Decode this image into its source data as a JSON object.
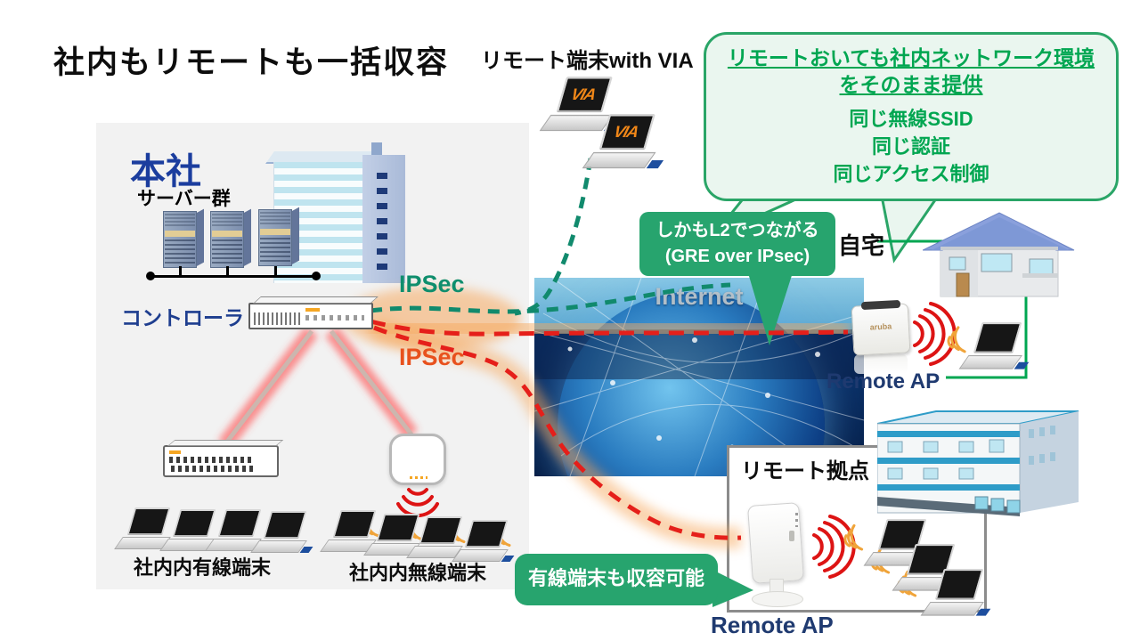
{
  "title": "社内もリモートも一括収容",
  "via": {
    "label": "リモート端末with VIA",
    "logo": "VIA"
  },
  "hq": {
    "label": "本社",
    "servers_label": "サーバー群",
    "controller_label": "コントローラ",
    "wired_label": "社内内有線端末",
    "wireless_label": "社内内無線端末"
  },
  "tunnels": {
    "ipsec_green_label": "IPSec",
    "ipsec_red_label": "IPSec"
  },
  "internet": {
    "label": "Internet"
  },
  "benefits_bubble": {
    "heading_line1": "リモートおいても社内ネットワーク環境",
    "heading_line2": "をそのまま提供",
    "items": [
      "同じ無線SSID",
      "同じ認証",
      "同じアクセス制御"
    ]
  },
  "l2_bubble": {
    "line1": "しかもL2でつながる",
    "line2": "(GRE over IPsec)"
  },
  "home": {
    "label": "自宅",
    "remote_ap_label": "Remote AP",
    "ap_brand": "aruba"
  },
  "branch": {
    "label": "リモート拠点",
    "remote_ap_label": "Remote AP"
  },
  "wired_callout": {
    "label": "有線端末も収容可能"
  },
  "colors": {
    "accent_green": "#27a46e",
    "bubble_border": "#2aa567",
    "bubble_text_green": "#00a651",
    "ipsec_green": "#0f8e6d",
    "ipsec_red": "#e8511d",
    "tunnel_green": "#118a6d",
    "tunnel_red": "#e51f1a",
    "navy": "#1f3a70",
    "hq_blue": "#1b3d9e"
  }
}
